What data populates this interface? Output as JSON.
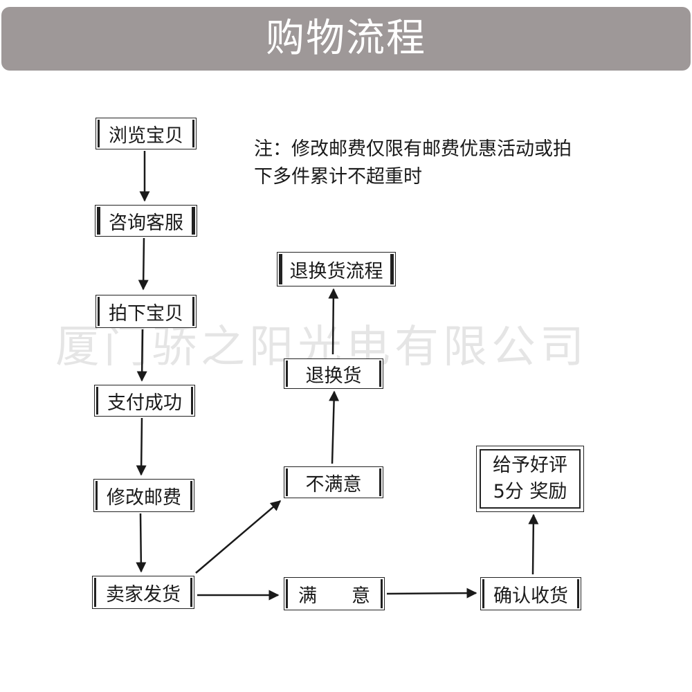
{
  "header": {
    "title": "购物流程",
    "background_color": "#9e9898"
  },
  "note": {
    "line1": "注：修改邮费仅限有邮费优惠活动或拍",
    "line2": "下多件累计不超重时"
  },
  "watermark": "厦门骄之阳光电有限公司",
  "steps": {
    "browse": "浏览宝贝",
    "consult": "咨询客服",
    "order": "拍下宝贝",
    "pay": "支付成功",
    "postage": "修改邮费",
    "ship": "卖家发货",
    "unsatisfied": "不满意",
    "return": "退换货",
    "return_process": "退换货流程",
    "satisfied_left": "满",
    "satisfied_right": "意",
    "confirm": "确认收货",
    "review_line1": "给予好评",
    "review_line2": "5分 奖励"
  }
}
